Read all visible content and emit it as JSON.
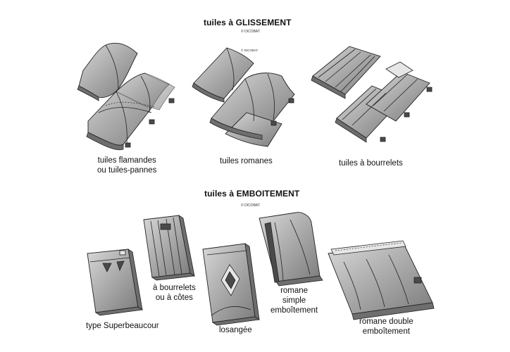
{
  "section_glissement": {
    "title": "tuiles à GLISSEMENT",
    "credit": "© DICOBAT",
    "items": [
      {
        "label_line1": "tuiles flamandes",
        "label_line2": "ou tuiles-pannes",
        "icon": "flemish-tile-illustration"
      },
      {
        "label_line1": "tuiles romanes",
        "icon": "roman-tile-illustration"
      },
      {
        "label_line1": "tuiles à bourrelets",
        "icon": "ridged-tile-illustration"
      }
    ]
  },
  "section_emboitement": {
    "title": "tuiles à EMBOITEMENT",
    "credit": "© DICOBAT",
    "items": [
      {
        "label_line1": "type Superbeaucour",
        "icon": "superbeaucour-tile-illustration"
      },
      {
        "label_line1": "à bourrelets",
        "label_line2": "ou à côtes",
        "icon": "ribbed-interlocking-tile-illustration"
      },
      {
        "label_line1": "losangée",
        "icon": "diamond-tile-illustration"
      },
      {
        "label_line1": "romane",
        "label_line2": "simple",
        "label_line3": "emboîtement",
        "icon": "roman-single-interlock-illustration"
      },
      {
        "label_line1": "romane double",
        "label_line2": "emboîtement",
        "icon": "roman-double-interlock-illustration"
      }
    ]
  }
}
